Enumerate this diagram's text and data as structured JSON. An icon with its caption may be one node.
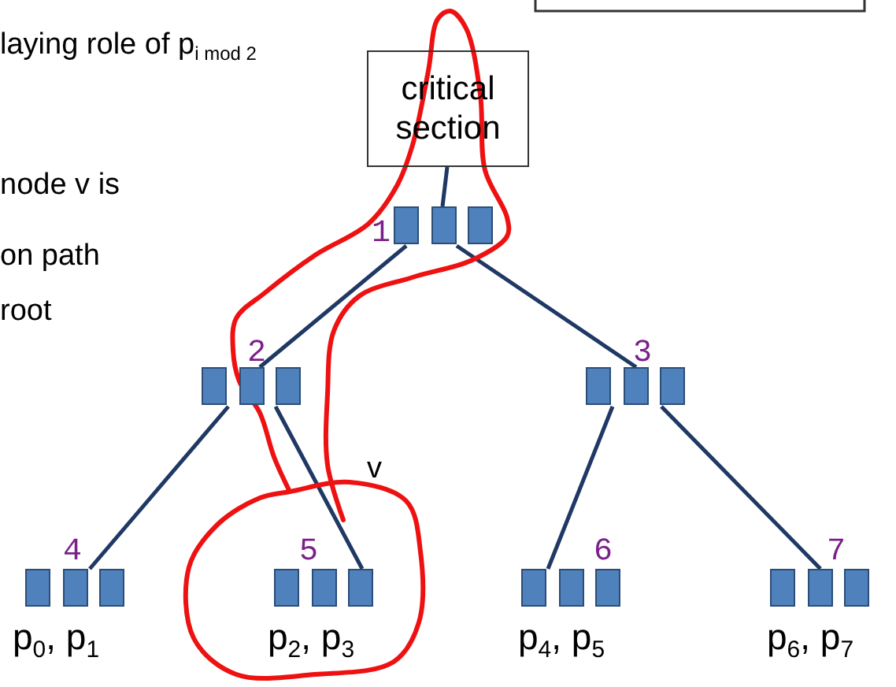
{
  "diagram": {
    "nodes": [
      {
        "text": [
          "critical section"
        ]
      },
      {
        "text": [
          "1"
        ]
      },
      {
        "text": [
          "2"
        ]
      },
      {
        "text": [
          "3"
        ]
      },
      {
        "text": [
          "4"
        ],
        "beside": [
          "p$_{0}$, p$_{1}$"
        ]
      },
      {
        "text": [
          "5"
        ],
        "beside": [
          "p$_{2}$, p$_{3}$"
        ]
      },
      {
        "text": [
          "6"
        ],
        "beside": [
          "p$_{4}$, p$_{5}$"
        ]
      },
      {
        "text": [
          "7"
        ],
        "beside": [
          "p$_{6}$, p$_{7}$"
        ]
      }
    ],
    "edges": [
      {
        "from": 0,
        "to": 1,
        "arrow": "none"
      },
      {
        "from": 1,
        "to": 2,
        "arrow": "none"
      },
      {
        "from": 1,
        "to": 3,
        "arrow": "none"
      },
      {
        "from": 2,
        "to": 4,
        "arrow": "none"
      },
      {
        "from": 2,
        "to": 5,
        "arrow": "none"
      },
      {
        "from": 3,
        "to": 6,
        "arrow": "none"
      },
      {
        "from": 3,
        "to": 7,
        "arrow": "none"
      }
    ],
    "labels": [
      "laying role of p$_{i mod 2}$",
      "node v is",
      "on path",
      "root",
      "v"
    ]
  }
}
